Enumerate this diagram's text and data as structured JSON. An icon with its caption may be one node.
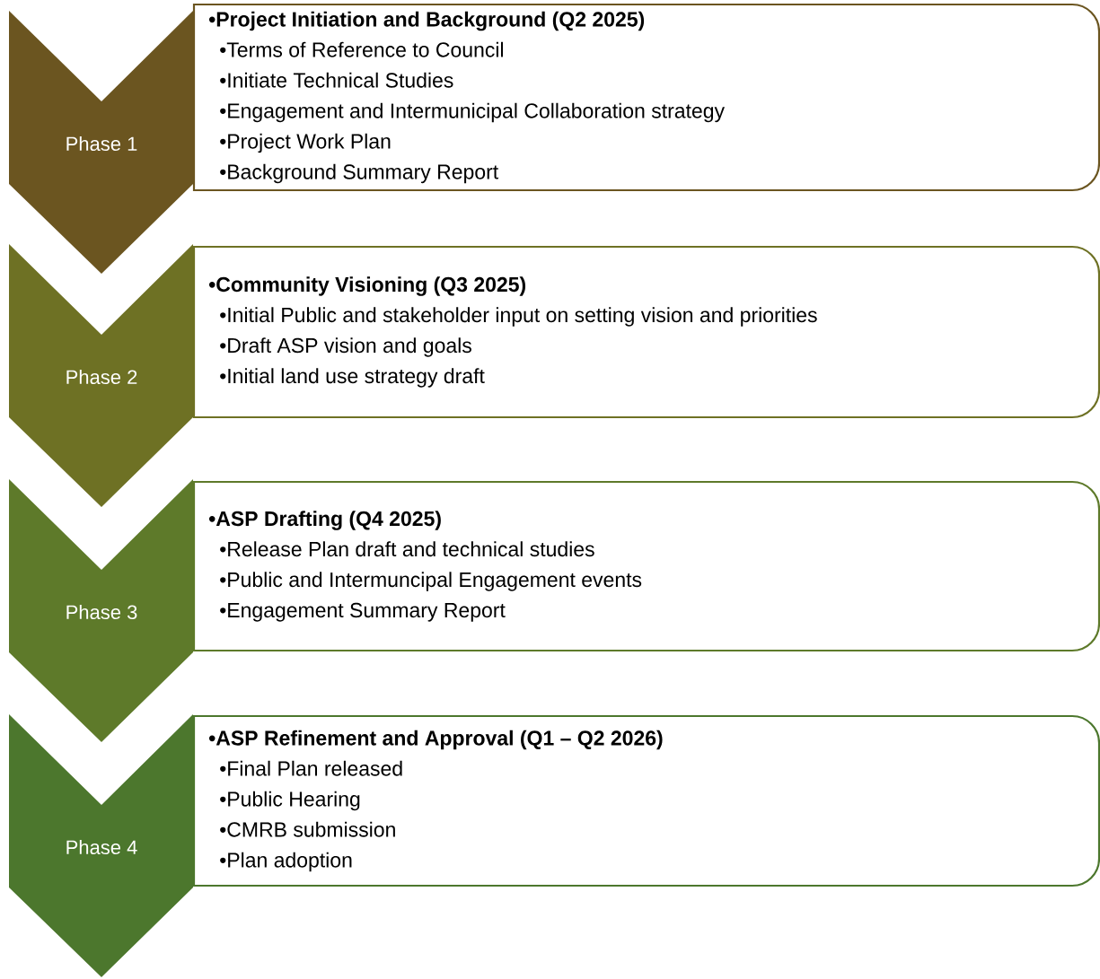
{
  "diagram": {
    "nodes": [
      {
        "text": [
          "Phase 1"
        ]
      },
      {
        "text": [
          "•Project Initiation and Background (Q2 2025)",
          "•Terms of Reference to Council",
          "•Initiate Technical Studies",
          "•Engagement and Intermunicipal Collaboration strategy",
          "•Project Work Plan",
          "•Background Summary Report"
        ]
      },
      {
        "text": [
          "Phase 2"
        ]
      },
      {
        "text": [
          "•Community Visioning (Q3 2025)",
          "•Initial Public and stakeholder input on setting vision and priorities",
          "•Draft ASP vision and goals",
          "•Initial land use strategy draft"
        ]
      },
      {
        "text": [
          "Phase 3"
        ]
      },
      {
        "text": [
          "•ASP Drafting (Q4 2025)",
          "•Release Plan draft and technical studies",
          "•Public and Intermuncipal Engagement events",
          "•Engagement Summary Report"
        ]
      },
      {
        "text": [
          "Phase 4"
        ]
      },
      {
        "text": [
          "•ASP Refinement and Approval (Q1 – Q2 2026)",
          "•Final Plan released",
          "•Public Hearing",
          "•CMRB submission",
          "•Plan adoption"
        ]
      }
    ]
  }
}
